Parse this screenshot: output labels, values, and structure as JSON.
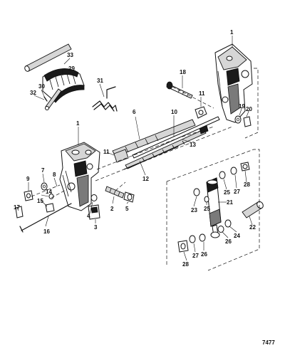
{
  "diagram": {
    "figure_number": "7477",
    "callouts": [
      "1",
      "1",
      "2",
      "3",
      "4",
      "5",
      "6",
      "7",
      "8",
      "9",
      "10",
      "11",
      "11",
      "12",
      "13",
      "14",
      "15",
      "16",
      "17",
      "18",
      "19",
      "20",
      "21",
      "22",
      "23",
      "24",
      "25",
      "25",
      "26",
      "26",
      "27",
      "27",
      "28",
      "28",
      "29",
      "30",
      "31",
      "32",
      "33"
    ]
  }
}
